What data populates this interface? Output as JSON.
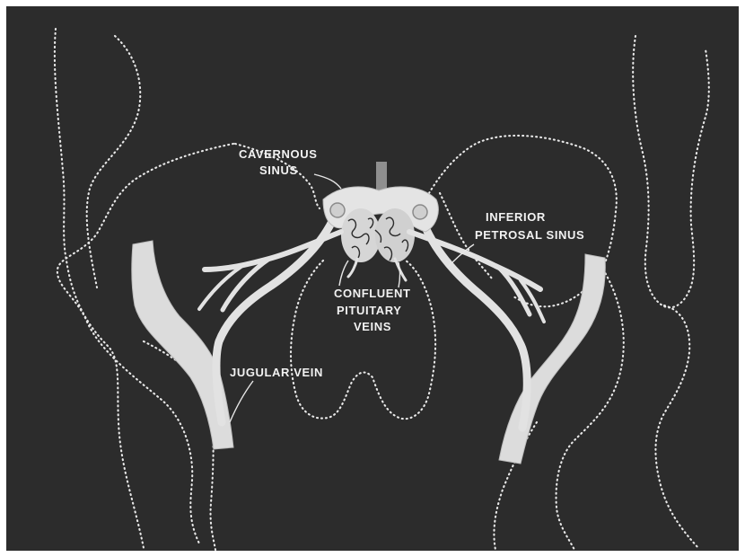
{
  "labels": {
    "cavernous_sinus_1": "CAVERNOUS",
    "cavernous_sinus_2": "SINUS",
    "inferior_petrosal_1": "INFERIOR",
    "inferior_petrosal_2": "PETROSAL SINUS",
    "confluent_1": "CONFLUENT",
    "confluent_2": "PITUITARY",
    "confluent_3": "VEINS",
    "jugular": "JUGULAR VEIN"
  },
  "colors": {
    "background": "#2c2c2c",
    "outline": "#e8e8e8",
    "vein": "#dcdcdc"
  }
}
